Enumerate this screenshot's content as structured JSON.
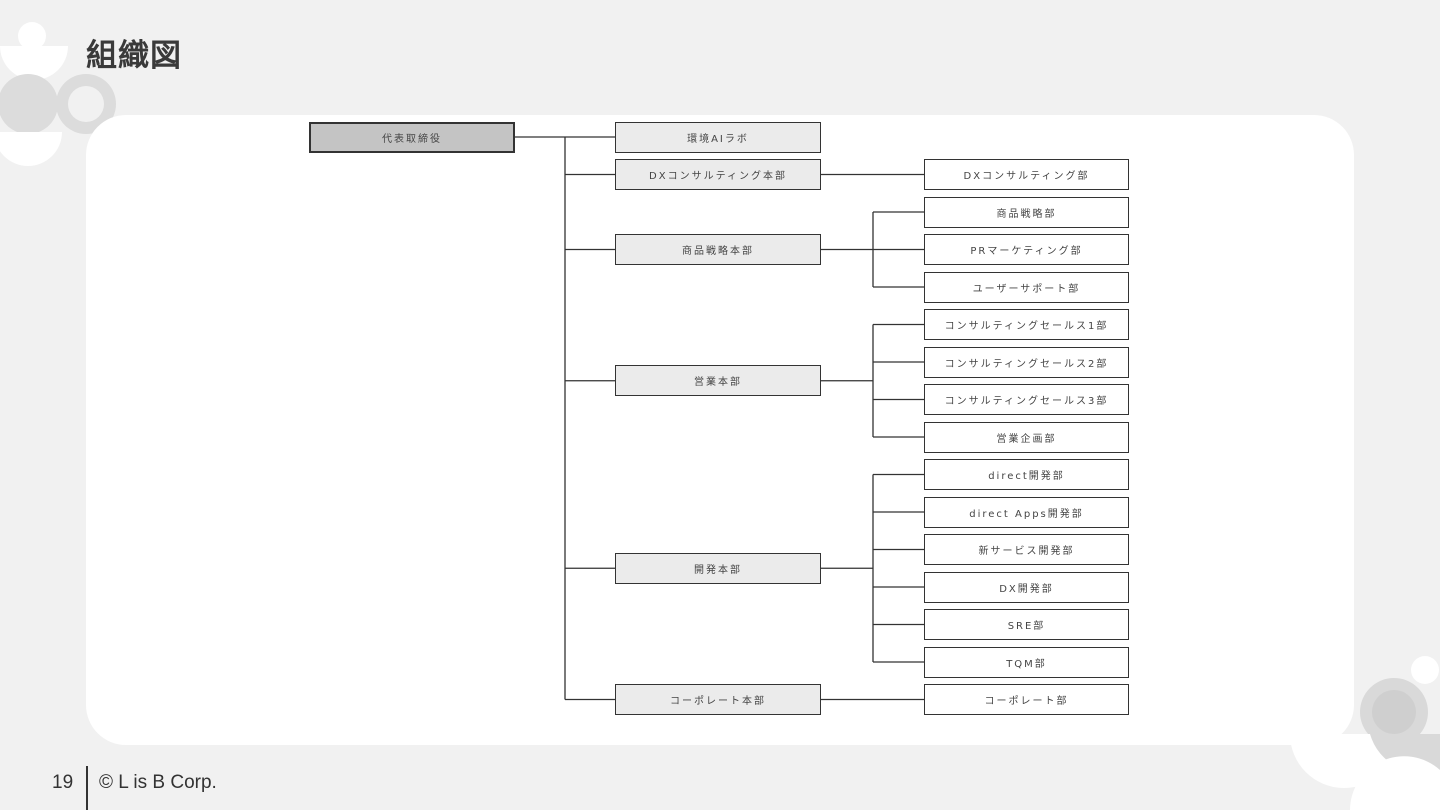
{
  "slide": {
    "title": "組織図"
  },
  "org_chart": {
    "root": {
      "label": "代表取締役"
    },
    "branches": [
      {
        "label": "環境AIラボ",
        "children": []
      },
      {
        "label": "DXコンサルティング本部",
        "children": [
          "DXコンサルティング部"
        ]
      },
      {
        "label": "商品戦略本部",
        "children": [
          "商品戦略部",
          "PRマーケティング部",
          "ユーザーサポート部"
        ]
      },
      {
        "label": "営業本部",
        "children": [
          "コンサルティングセールス1部",
          "コンサルティングセールス2部",
          "コンサルティングセールス3部",
          "営業企画部"
        ]
      },
      {
        "label": "開発本部",
        "children": [
          "direct開発部",
          "direct Apps開発部",
          "新サービス開発部",
          "DX開発部",
          "SRE部",
          "TQM部"
        ]
      },
      {
        "label": "コーポレート本部",
        "children": [
          "コーポレート部"
        ]
      }
    ]
  },
  "footer": {
    "page_number": "19",
    "copyright": "© L is B Corp."
  },
  "colors": {
    "background": "#f1f1f1",
    "panel": "#ffffff",
    "root_fill": "#c4c4c4",
    "level1_fill": "#ebebeb",
    "line": "#333333",
    "decor": "#d9d9d9"
  }
}
